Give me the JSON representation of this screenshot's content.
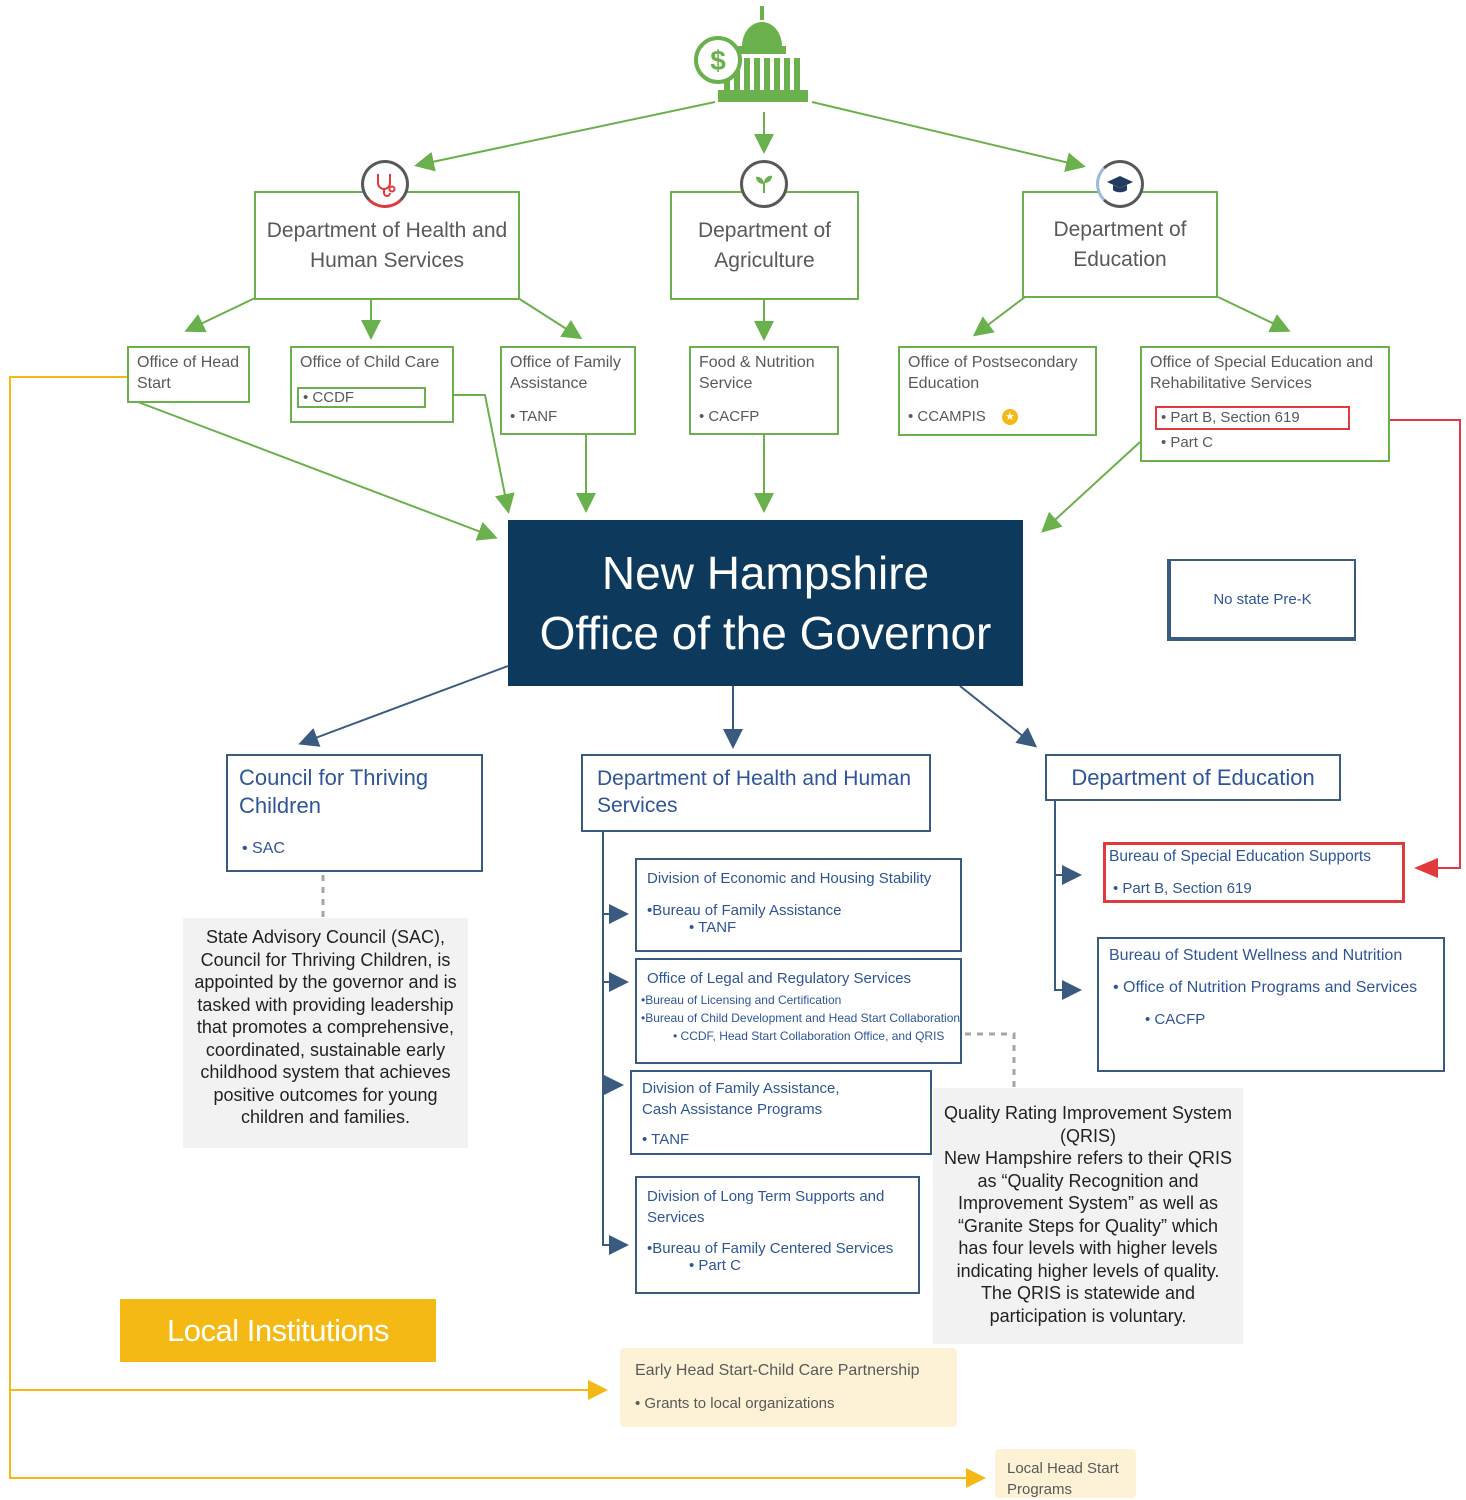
{
  "federal_icon": "capitol-dollar-icon",
  "federal": {
    "hhs": {
      "title": "Department of Health and Human Services",
      "icon": "stethoscope-icon"
    },
    "agriculture": {
      "title": "Department of Agriculture",
      "icon": "sprout-icon"
    },
    "education": {
      "title": "Department of Education",
      "icon": "graduation-cap-icon"
    }
  },
  "offices": {
    "head_start": {
      "title": "Office of Head Start"
    },
    "child_care": {
      "title": "Office of Child Care",
      "bullet": "• CCDF"
    },
    "family_assistance": {
      "title": "Office of Family Assistance",
      "bullet": "• TANF"
    },
    "food_nutrition": {
      "title": "Food & Nutrition Service",
      "bullet": "• CACFP"
    },
    "postsecondary": {
      "title": "Office of Postsecondary Education",
      "bullet": "• CCAMPIS"
    },
    "special_ed": {
      "title": "Office of Special Education and Rehabilitative Services",
      "bullet1": "• Part B, Section 619",
      "bullet2": "• Part C"
    }
  },
  "governor": {
    "line1": "New Hampshire",
    "line2": "Office of the Governor"
  },
  "no_prek": "No state Pre-K",
  "state": {
    "council": {
      "title": "Council for Thriving Children",
      "bullet": "• SAC"
    },
    "hhs": {
      "title": "Department of Health and Human Services"
    },
    "education": {
      "title": "Department of Education"
    },
    "divisions": [
      {
        "title": "Division of Economic and Housing Stability",
        "line1": "•Bureau of Family Assistance",
        "line2": "• TANF"
      },
      {
        "title": "Office of Legal and Regulatory Services",
        "line1": "•Bureau of Licensing and Certification",
        "line2": "•Bureau of Child Development and Head Start Collaboration",
        "line3": "• CCDF, Head Start Collaboration Office, and QRIS"
      },
      {
        "title": "Division of Family Assistance, Cash Assistance Programs",
        "line1": "• TANF"
      },
      {
        "title": "Division of Long Term Supports and Services",
        "line1": "•Bureau of Family Centered Services",
        "line2": "• Part C"
      }
    ],
    "bureaus": [
      {
        "title": "Bureau of Special Education Supports",
        "line1": "• Part B, Section 619"
      },
      {
        "title": "Bureau of Student Wellness and Nutrition",
        "line1": "• Office of Nutrition Programs and Services",
        "line2": "• CACFP"
      }
    ]
  },
  "sac_note": "State Advisory Council (SAC), Council for Thriving Children, is appointed by the governor and is tasked with providing leadership that promotes a comprehensive, coordinated, sustainable early childhood system that achieves positive outcomes for young children and families.",
  "qris_note": "Quality Rating Improvement System (QRIS)\nNew Hampshire refers to their QRIS as “Quality Recognition and Improvement System” as well as “Granite Steps for Quality” which has four levels with higher levels indicating higher levels of quality. The QRIS is statewide and participation is voluntary.",
  "local": {
    "label": "Local Institutions",
    "ehs": {
      "title": "Early Head Start-Child Care Partnership",
      "bullet": "• Grants to local organizations"
    },
    "head_start": {
      "title": "Local Head Start Programs"
    }
  },
  "colors": {
    "green": "#6ab04c",
    "navy": "#0d3a5c",
    "blue": "#2f5597",
    "red": "#e03a3e",
    "gold": "#f5b915"
  }
}
